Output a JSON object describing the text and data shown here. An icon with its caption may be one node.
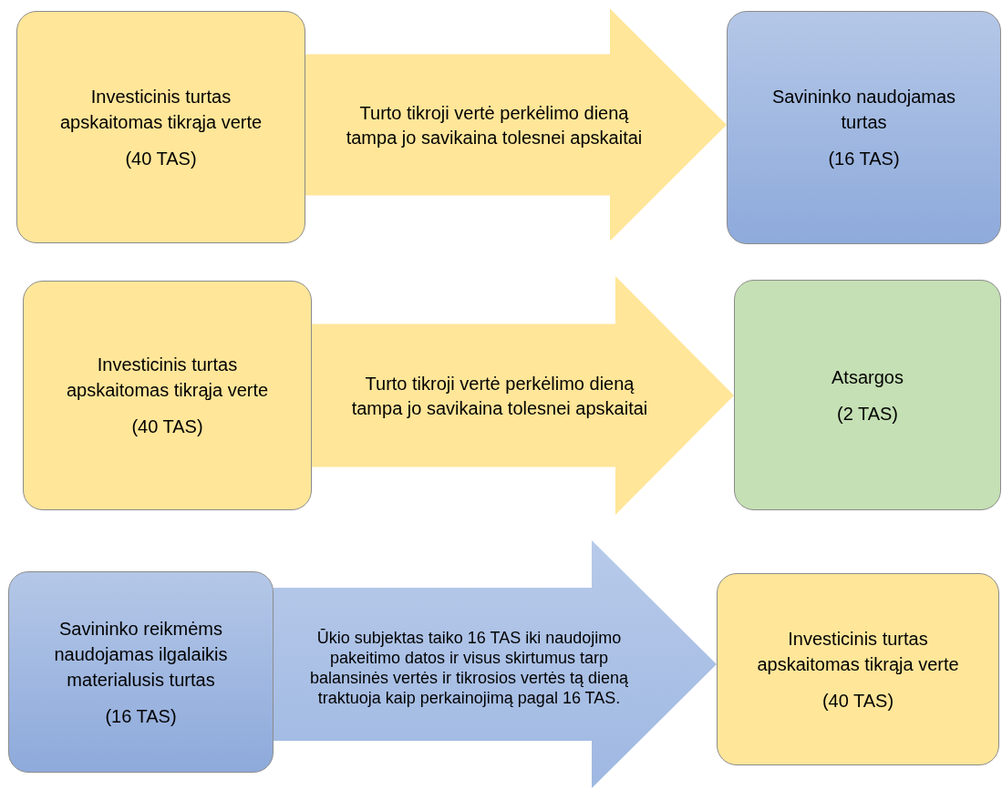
{
  "diagram": {
    "nodes": [
      {
        "text": [
          "Investicinis turtas apskaitomas tikrąja verte",
          "(40 TAS)"
        ]
      },
      {
        "text": [
          "Savininko naudojamas turtas",
          "(16 TAS)"
        ]
      },
      {
        "text": [
          "Investicinis turtas apskaitomas tikrąja verte",
          "(40 TAS)"
        ]
      },
      {
        "text": [
          "Atsargos",
          "(2 TAS)"
        ]
      },
      {
        "text": [
          "Savininko reikmėms naudojamas ilgalaikis materialusis turtas",
          "(16 TAS)"
        ]
      },
      {
        "text": [
          "Investicinis turtas apskaitomas tikrąja verte",
          "(40 TAS)"
        ]
      }
    ],
    "edges": [
      {
        "from": 0,
        "to": 1,
        "arrow": "to",
        "style": "thick",
        "label": "Turto tikroji vertė perkėlimo dieną tampa jo savikaina tolesnei apskaitai"
      },
      {
        "from": 2,
        "to": 3,
        "arrow": "to",
        "style": "thick",
        "label": "Turto tikroji vertė perkėlimo dieną tampa jo savikaina tolesnei apskaitai"
      },
      {
        "from": 4,
        "to": 5,
        "arrow": "to",
        "style": "thick",
        "color": "#9fb8e2",
        "label": "Ūkio subjektas taiko 16 TAS iki naudojimo pakeitimo datos ir visus skirtumus tarp balansinės vertės ir tikrosios vertės tą dieną traktuoja kaip perkainojimą pagal 16 TAS."
      }
    ]
  }
}
